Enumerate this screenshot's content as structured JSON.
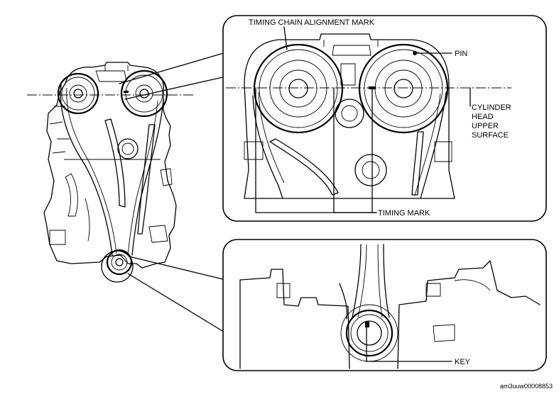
{
  "labels": {
    "timing_chain_alignment_mark": "TIMING CHAIN ALIGNMENT MARK",
    "pin": "PIN",
    "cylinder_head_upper_surface": [
      "CYLINDER",
      "HEAD",
      "UPPER",
      "SURFACE"
    ],
    "timing_mark": "TIMING MARK",
    "key": "KEY"
  },
  "figure_code": "am3uuw00008853"
}
